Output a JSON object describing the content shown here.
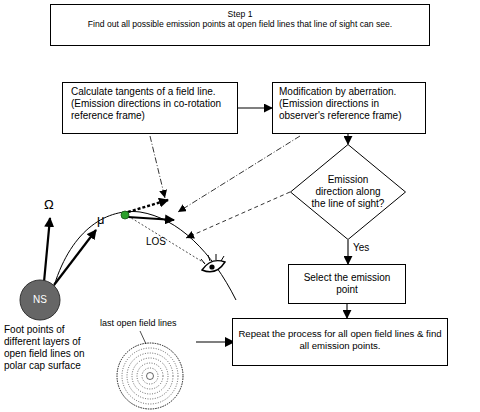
{
  "diagram": {
    "nodes": [
      {
        "text": [
          "Step 1",
          "Find out all possible emission points at open field lines that line of sight can see."
        ]
      },
      {
        "text": [
          "Calculate tangents of a field line.",
          "(Emission directions in co-rotation reference frame)"
        ]
      },
      {
        "text": [
          "Modification by aberration.",
          "(Emission directions in observer's reference frame)"
        ]
      },
      {
        "text": [
          "Emission direction along the line of sight?"
        ]
      },
      {
        "text": [
          "Select the emission point"
        ]
      },
      {
        "text": [
          "Repeat the process for all open field lines & find all emission points."
        ]
      }
    ],
    "edges": [
      {
        "from": 1,
        "to": 2,
        "arrow": "to"
      },
      {
        "from": 2,
        "to": 3,
        "arrow": "to"
      },
      {
        "from": 3,
        "to": 4,
        "arrow": "to",
        "label": "Yes"
      },
      {
        "from": 4,
        "to": 5,
        "arrow": "to"
      }
    ],
    "labels": [
      "Ω",
      "μ",
      "LOS",
      "NS",
      "last open field lines",
      "Foot points of different layers of open field lines on polar cap surface"
    ]
  }
}
